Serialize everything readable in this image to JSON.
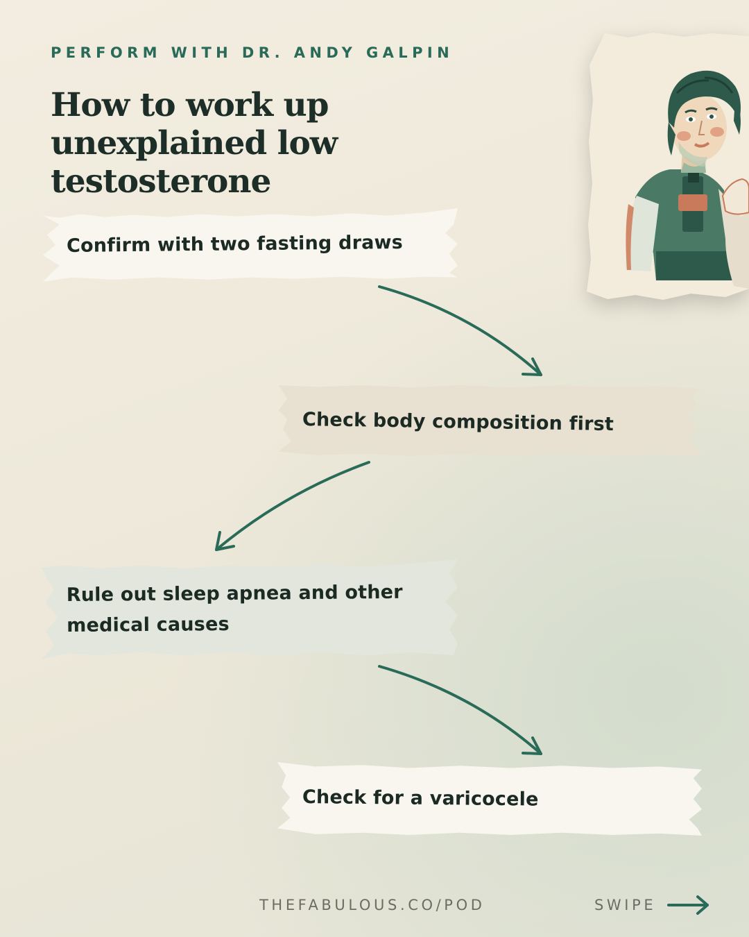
{
  "header": {
    "eyebrow": "PERFORM WITH DR. ANDY GALPIN",
    "title": "How to work up unexplained low testosterone"
  },
  "steps": [
    {
      "label": "Confirm with two fasting draws",
      "color": "#f8f6ef"
    },
    {
      "label": "Check body composition first",
      "color": "#e8e0d0"
    },
    {
      "label": "Rule out sleep apnea and other medical causes",
      "color": "#e2e6dd"
    },
    {
      "label": "Check for a varicocele",
      "color": "#f8f6ef"
    }
  ],
  "illustration": {
    "icon": "athlete-with-dumbbell-illustration"
  },
  "footer": {
    "url": "THEFABULOUS.CO/POD",
    "swipe_label": "SWIPE",
    "swipe_icon": "arrow-right-icon"
  },
  "colors": {
    "accent": "#2a6a58",
    "text": "#1d2d27",
    "muted": "#6c6c64"
  }
}
